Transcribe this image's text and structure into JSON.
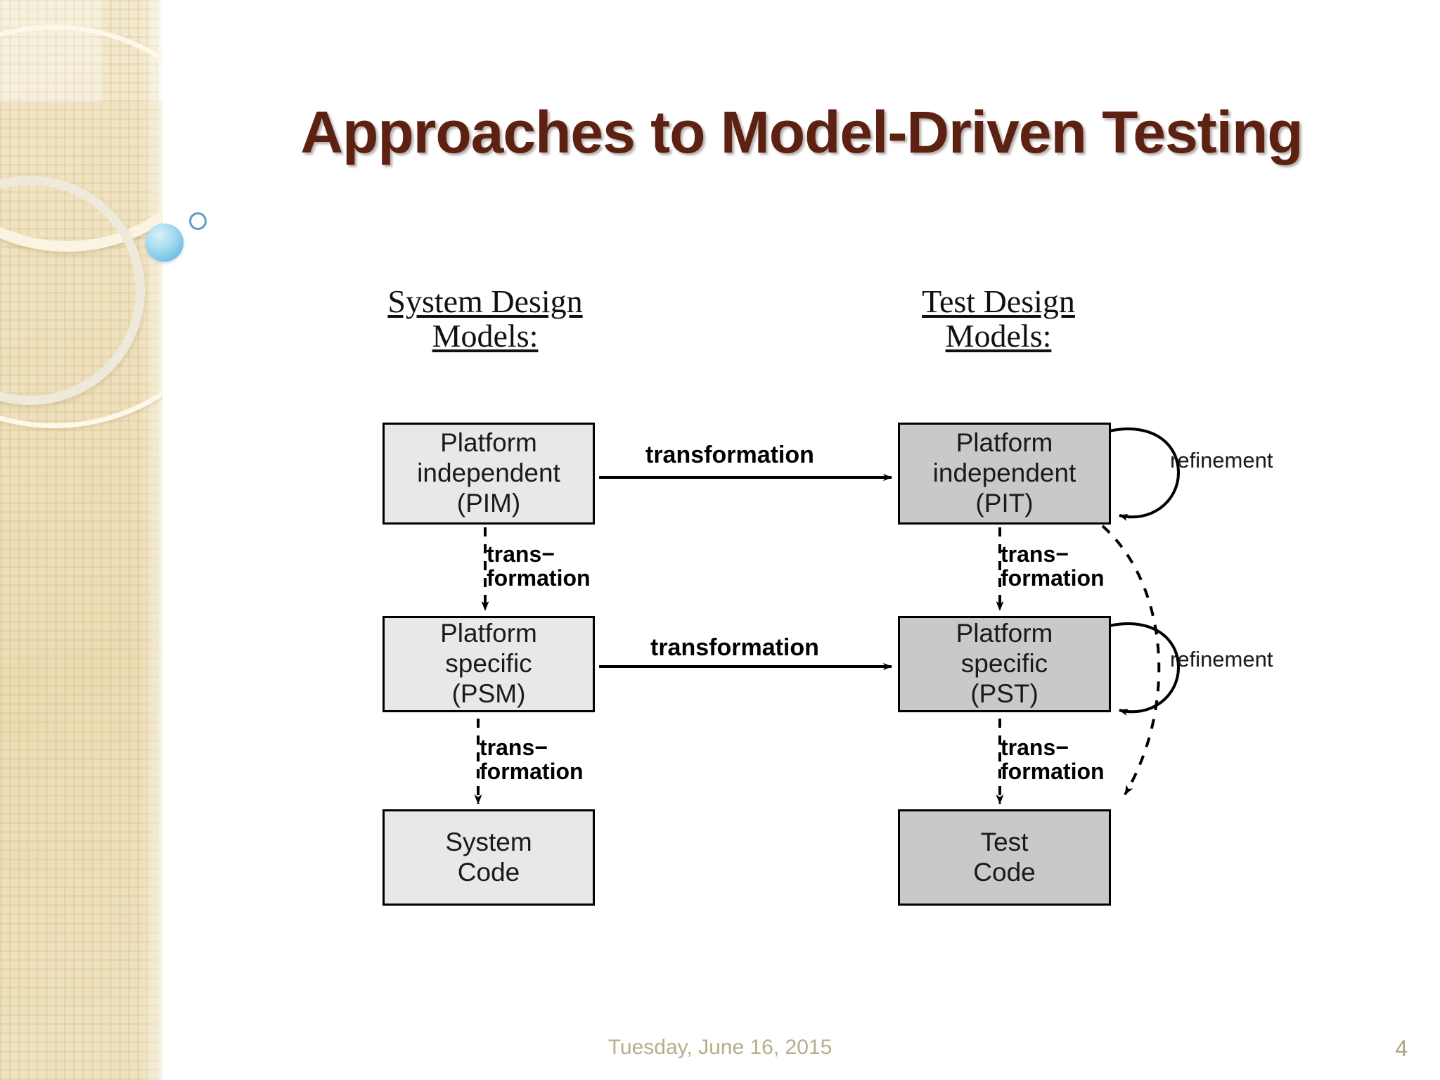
{
  "slide": {
    "title": "Approaches to Model-Driven Testing",
    "footer_date": "Tuesday, June 16, 2015",
    "page_number": "4",
    "title_color": "#5d2112",
    "footer_color": "#b6ad8a"
  },
  "diagram": {
    "columns": [
      {
        "id": "system",
        "heading_line1": "System Design",
        "heading_line2": "Models:"
      },
      {
        "id": "test",
        "heading_line1": "Test Design",
        "heading_line2": "Models:"
      }
    ],
    "nodes": [
      {
        "id": "pim",
        "line1": "Platform",
        "line2": "independent",
        "line3": "(PIM)",
        "fill": "#e8e8e8"
      },
      {
        "id": "psm",
        "line1": "Platform",
        "line2": "specific",
        "line3": "(PSM)",
        "fill": "#e8e8e8"
      },
      {
        "id": "sys",
        "line1": "System",
        "line2": "Code",
        "line3": "",
        "fill": "#e8e8e8"
      },
      {
        "id": "pit",
        "line1": "Platform",
        "line2": "independent",
        "line3": "(PIT)",
        "fill": "#c9c9cb"
      },
      {
        "id": "pst",
        "line1": "Platform",
        "line2": "specific",
        "line3": "(PST)",
        "fill": "#c9c9cb"
      },
      {
        "id": "tst",
        "line1": "Test",
        "line2": "Code",
        "line3": "",
        "fill": "#c9c9cb"
      }
    ],
    "edges": {
      "horizontal_top": "transformation",
      "horizontal_mid": "transformation",
      "vertical_trans_1": "trans−",
      "vertical_trans_2": "formation",
      "refinement_top": "refinement",
      "refinement_mid": "refinement"
    }
  }
}
